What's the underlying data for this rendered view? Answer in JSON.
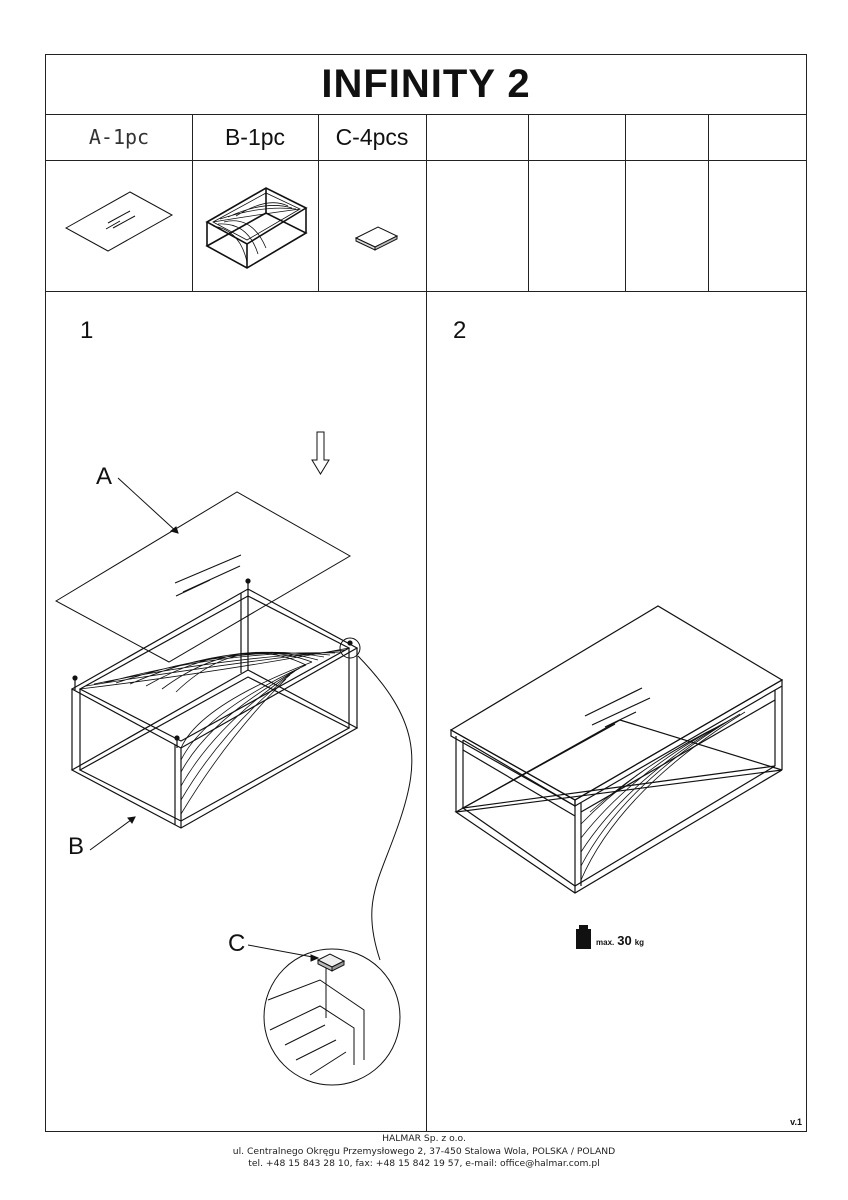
{
  "title": "INFINITY 2",
  "parts": [
    {
      "label": "A-1pc",
      "name": "glass top"
    },
    {
      "label": "B-1pc",
      "name": "frame"
    },
    {
      "label": "C-4pcs",
      "name": "pad"
    }
  ],
  "steps": [
    {
      "number": "1"
    },
    {
      "number": "2"
    }
  ],
  "callouts": {
    "a": "A",
    "b": "B",
    "c": "C"
  },
  "max_load": {
    "prefix": "max.",
    "value": "30",
    "unit": "kg"
  },
  "version": "v.1",
  "footer": {
    "company": "HALMAR Sp. z o.o.",
    "address": "ul. Centralnego Okręgu Przemysłowego 2, 37-450 Stalowa Wola, POLSKA / POLAND",
    "contact": "tel. +48 15 843 28 10, fax: +48 15 842 19 57, e-mail: office@halmar.com.pl"
  }
}
